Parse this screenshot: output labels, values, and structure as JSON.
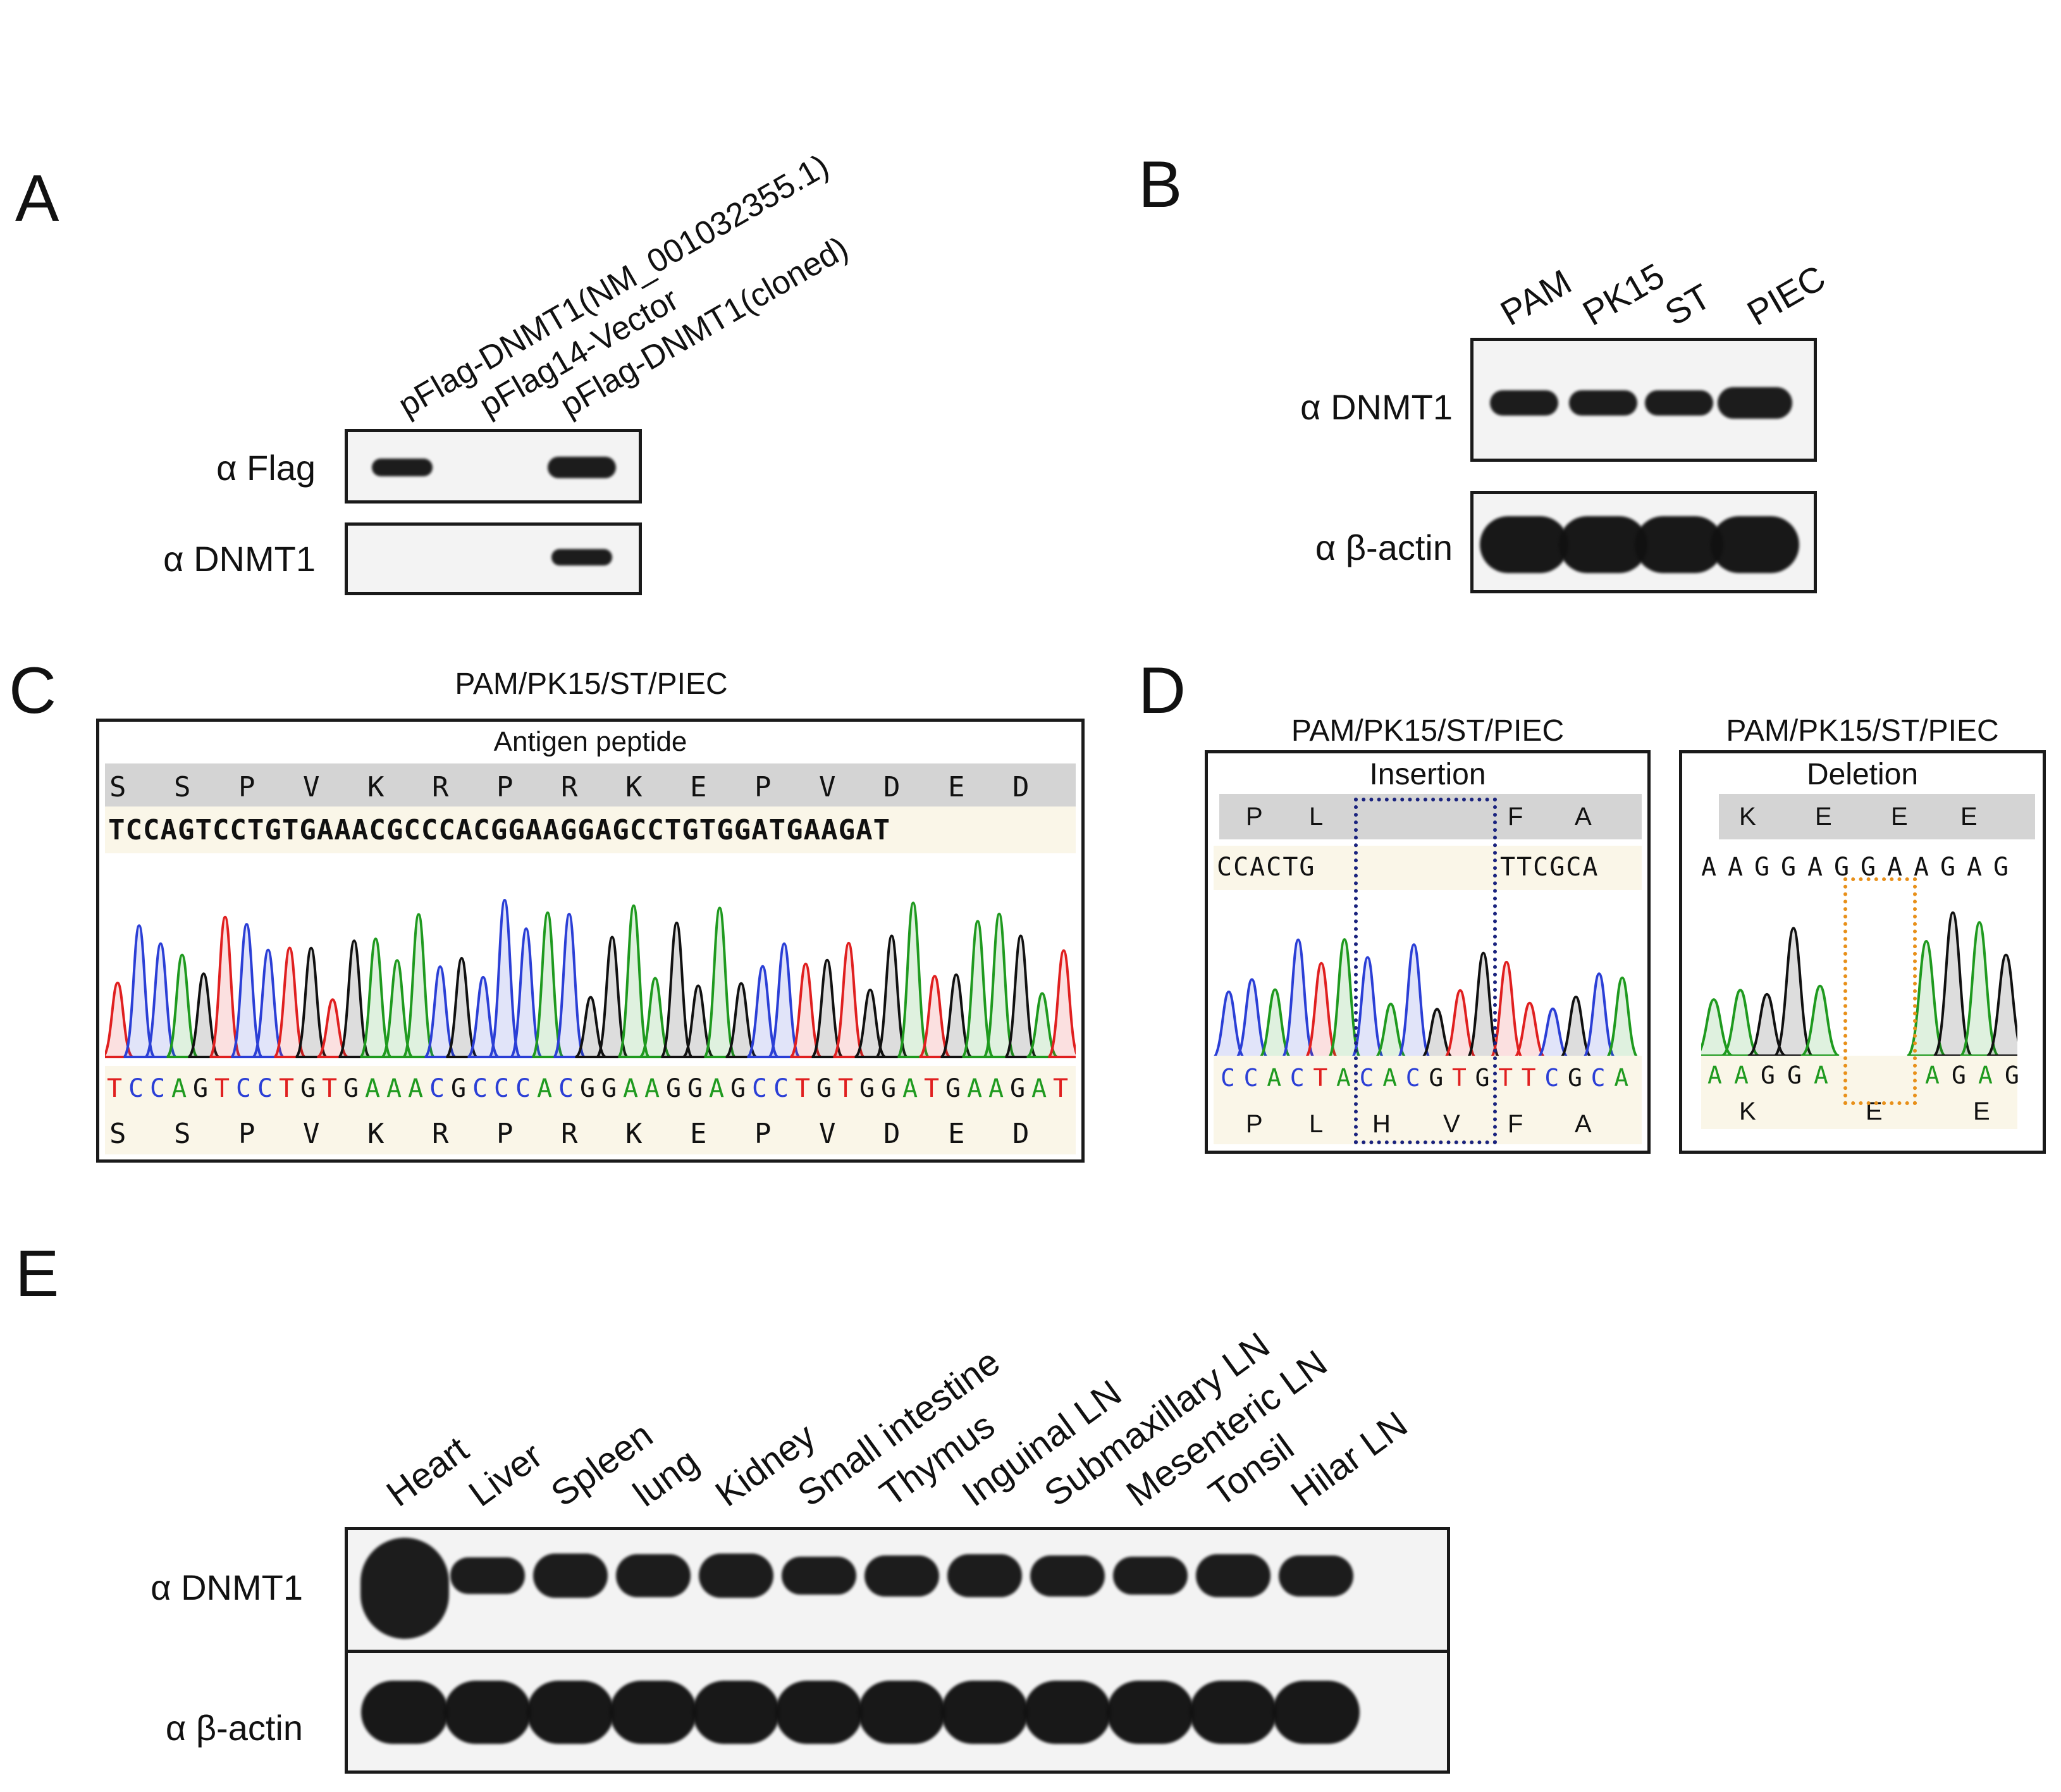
{
  "panels": {
    "A": {
      "letter": "A",
      "lanes": [
        "pFlag-DNMT1(NM_001032355.1)",
        "pFlag14-Vector",
        "pFlag-DNMT1(cloned)"
      ],
      "rows": [
        "α Flag",
        "α DNMT1"
      ],
      "bands": [
        [
          1,
          0,
          1
        ],
        [
          0,
          0,
          1
        ]
      ]
    },
    "B": {
      "letter": "B",
      "lanes": [
        "PAM",
        "PK15",
        "ST",
        "PIEC"
      ],
      "rows": [
        "α DNMT1",
        "α β-actin"
      ]
    },
    "C": {
      "letter": "C",
      "title": "PAM/PK15/ST/PIEC",
      "subtitle": "Antigen peptide",
      "peptide_top": [
        "S",
        "S",
        "P",
        "V",
        "K",
        "R",
        "P",
        "R",
        "K",
        "E",
        "P",
        "V",
        "D",
        "E",
        "D"
      ],
      "reference_seq": "TCCAGTCCTGTGAAACGCCCACGGAAGGAGCCTGTGGATGAAGAT",
      "called_seq": "TCCAGTCCTGTGAAACGCCCACGGAAGGAGCCTGTGGATGAAGAT",
      "peptide_bottom": [
        "S",
        "S",
        "P",
        "V",
        "K",
        "R",
        "P",
        "R",
        "K",
        "E",
        "P",
        "V",
        "D",
        "E",
        "D"
      ]
    },
    "D": {
      "letter": "D",
      "insertion": {
        "title": "PAM/PK15/ST/PIEC",
        "label": "Insertion",
        "aa_top": [
          "P",
          "L",
          "F",
          "A"
        ],
        "ref_left": "CCACTG",
        "ref_right": "TTCGCA",
        "called_seq": "CCACTACACGTGTTCGCA",
        "aa_bottom": [
          "P",
          "L",
          "H",
          "V",
          "F",
          "A"
        ]
      },
      "deletion": {
        "title": "PAM/PK15/ST/PIEC",
        "label": "Deletion",
        "aa_top": [
          "K",
          "E",
          "E",
          "E"
        ],
        "ref_seq": "AAGGAGGAAGAG",
        "called_left": "AAGGA",
        "called_right": "AGAG",
        "aa_bottom": [
          "K",
          "E",
          "E"
        ]
      }
    },
    "E": {
      "letter": "E",
      "lanes": [
        "Heart",
        "Liver",
        "Spleen",
        "lung",
        "Kidney",
        "Small intestine",
        "Thymus",
        "Inguinal LN",
        "Submaxillary LN",
        "Mesenteric LN",
        "Tonsil",
        "Hilar LN"
      ],
      "rows": [
        "α DNMT1",
        "α β-actin"
      ],
      "dnmt1_intensity": [
        1.0,
        0.55,
        0.8,
        0.75,
        0.8,
        0.6,
        0.7,
        0.75,
        0.7,
        0.6,
        0.75,
        0.7
      ]
    }
  },
  "colors": {
    "A": "#1f9a1f",
    "C": "#2b3fd6",
    "G": "#111111",
    "T": "#e02020",
    "insertion_box": "#1a237e",
    "deletion_box": "#e8901a",
    "peptide_bar": "#d4d4d4",
    "seq_bar": "#faf6e8"
  }
}
